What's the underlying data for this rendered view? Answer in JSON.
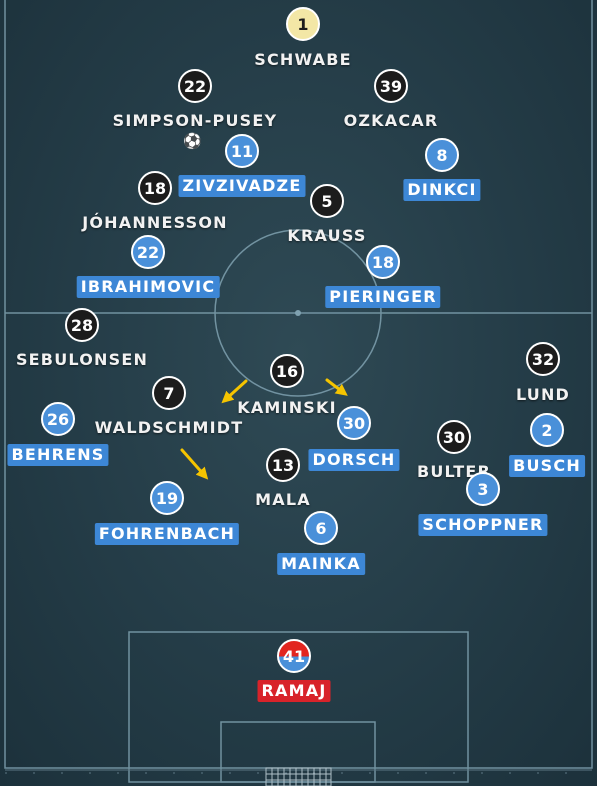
{
  "players": {
    "schwabe": {
      "number": "1",
      "name": "SCHWABE"
    },
    "simpson": {
      "number": "22",
      "name": "SIMPSON-PUSEY"
    },
    "ozkacar": {
      "number": "39",
      "name": "OZKACAR"
    },
    "zivzivadze": {
      "number": "11",
      "name": "ZIVZIVADZE"
    },
    "dinkci": {
      "number": "8",
      "name": "DINKCI"
    },
    "johannesson": {
      "number": "18",
      "name": "JÓHANNESSON"
    },
    "krauss": {
      "number": "5",
      "name": "KRAUSS"
    },
    "ibrahimovic": {
      "number": "22",
      "name": "IBRAHIMOVIC"
    },
    "pieringer": {
      "number": "18",
      "name": "PIERINGER"
    },
    "sebulonsen": {
      "number": "28",
      "name": "SEBULONSEN"
    },
    "kaminski": {
      "number": "16",
      "name": "KAMINSKI"
    },
    "lund": {
      "number": "32",
      "name": "LUND"
    },
    "waldschmidt": {
      "number": "7",
      "name": "WALDSCHMIDT"
    },
    "behrens": {
      "number": "26",
      "name": "BEHRENS"
    },
    "dorsch": {
      "number": "30",
      "name": "DORSCH"
    },
    "bulter": {
      "number": "30",
      "name": "BULTER"
    },
    "busch": {
      "number": "2",
      "name": "BUSCH"
    },
    "mala": {
      "number": "13",
      "name": "MALA"
    },
    "fohrenbach": {
      "number": "19",
      "name": "FOHRENBACH"
    },
    "schoppner": {
      "number": "3",
      "name": "SCHOPPNER"
    },
    "mainka": {
      "number": "6",
      "name": "MAINKA"
    },
    "ramaj": {
      "number": "41",
      "name": "RAMAJ"
    }
  },
  "icons": {
    "ball": "soccer-ball-icon",
    "arrows": "movement-arrow-icon"
  },
  "colors": {
    "pitch": "#243c47",
    "home_badge": "#1c1c1c",
    "away_badge": "#4a90d9",
    "home_goalkeeper": "#f3e7a6",
    "away_goalkeeper": "#d8232a",
    "arrow": "#f5c400"
  }
}
